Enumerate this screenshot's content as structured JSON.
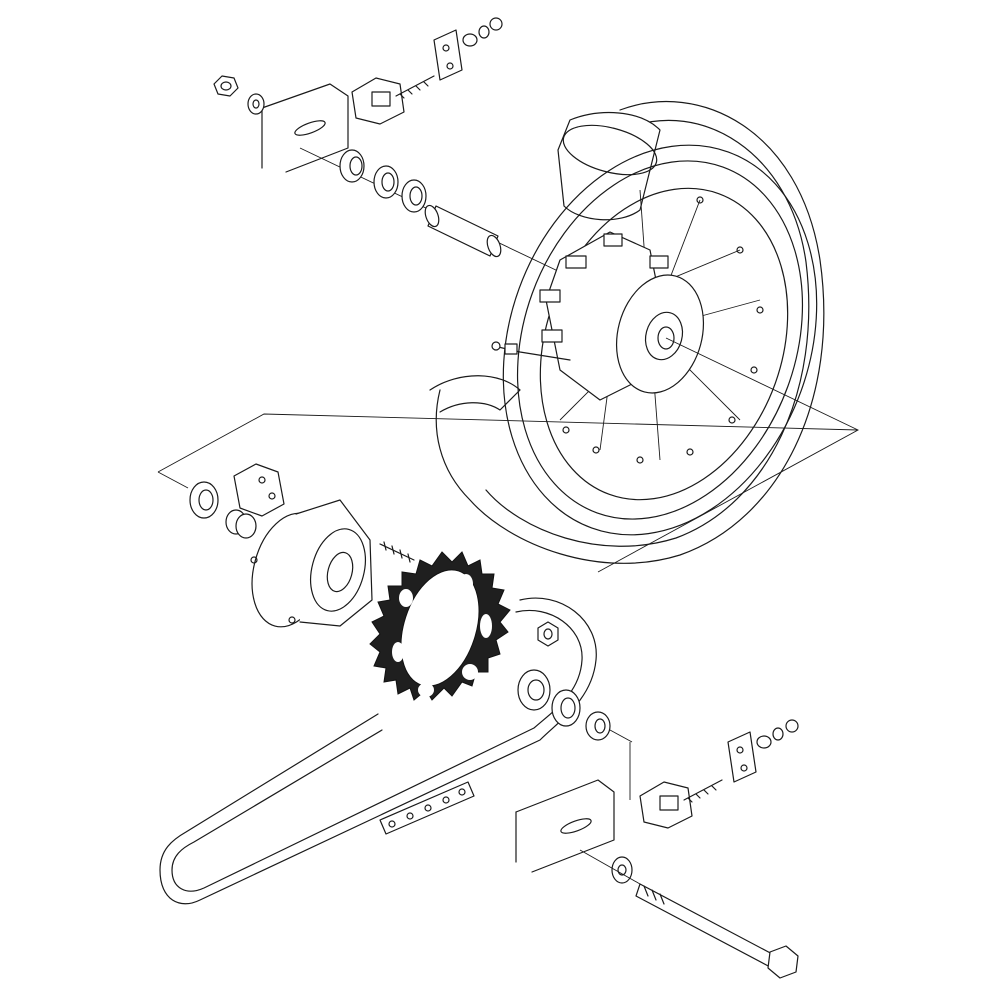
{
  "diagram": {
    "colors": {
      "line": "#1a1a1a",
      "background": "#ffffff",
      "sprocket": "#1f1f1f"
    },
    "parts": [
      "rear-tire",
      "rear-rim",
      "spokes",
      "wheel-hub",
      "axle-spacer-tube",
      "wheel-bearing",
      "oil-seal",
      "axle-collar",
      "chain-adjuster-left",
      "chain-adjuster-right",
      "adjuster-bolt",
      "axle-nut",
      "washer",
      "swingarm-end-left",
      "swingarm-end-right",
      "sprocket-carrier",
      "damper-block",
      "rear-sprocket",
      "sprocket-stud",
      "sprocket-nut",
      "drive-chain",
      "chain-master-link",
      "rear-axle",
      "valve-stem",
      "rim-band"
    ]
  }
}
